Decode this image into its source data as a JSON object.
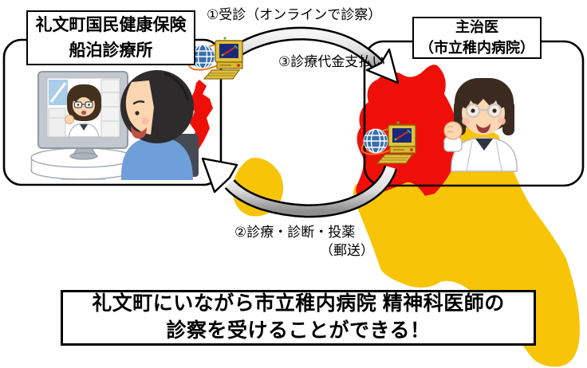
{
  "left_group": {
    "facility_name_line1": "礼文町国民健康保険",
    "facility_name_line2": "船泊診療所"
  },
  "right_group": {
    "doctor_title_line1": "主治医",
    "doctor_title_line2": "（市立稚内病院）"
  },
  "flow": {
    "step1": "①受診（オンラインで診察）",
    "step2": "②診療・診断・投薬",
    "step2_note": "（郵送）",
    "step3": "③診療代金支払い"
  },
  "banner": {
    "line1": "礼文町にいながら市立稚内病院 精神科医師の",
    "line2": "診察を受けることができる！"
  },
  "icons": {
    "internet_pc": "internet-connected-computer-icon"
  },
  "illustrations": {
    "left_scene": "patient-video-call-with-doctor-on-monitor",
    "right_scene": "female-doctor-raising-fist"
  },
  "colors": {
    "map_highlight_red": "#ee1008",
    "map_yellow": "#f8c408",
    "frame_black": "#000000",
    "arrow_band_gray": "#9a9a9a"
  }
}
